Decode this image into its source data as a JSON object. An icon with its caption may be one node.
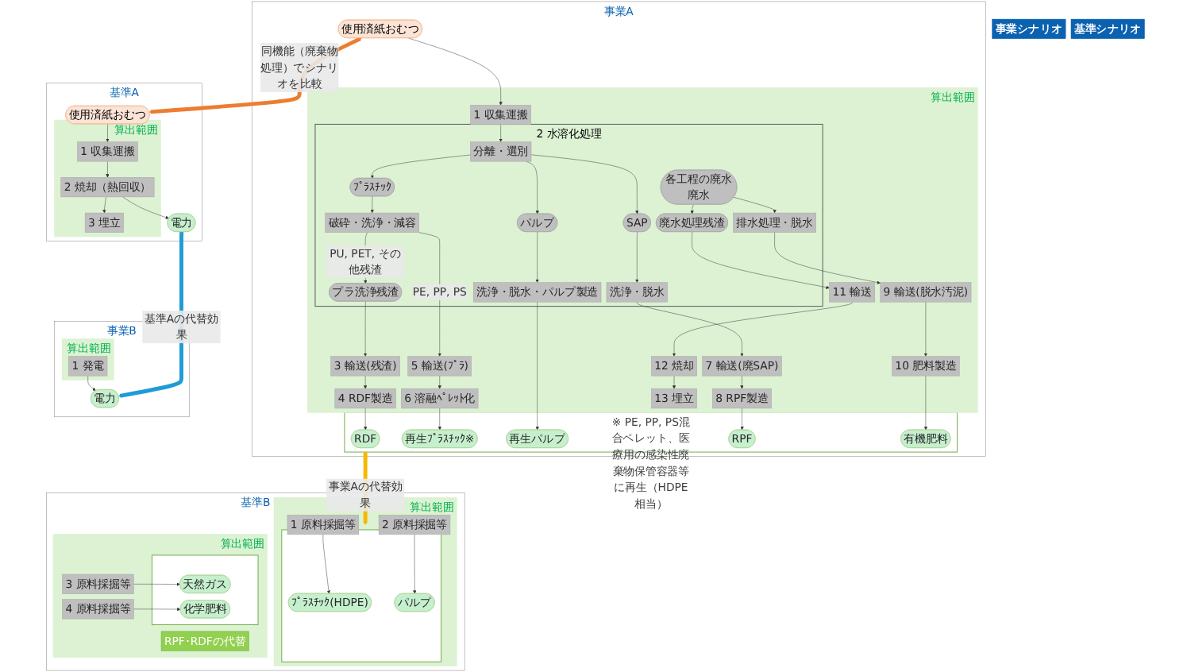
{
  "diagram": {
    "nodes": [
      {
        "text": [
          "事業シナリオ"
        ]
      },
      {
        "text": [
          "事業A"
        ]
      },
      {
        "text": [
          "使用済紙おむつ"
        ],
        "in": 1
      },
      {
        "text": [
          "算出範囲"
        ],
        "in": 1
      },
      {
        "text": [
          "1 収集運搬"
        ],
        "in": 3
      },
      {
        "text": [
          "2 水溶化処理"
        ],
        "in": 3
      },
      {
        "text": [
          "分離・選別"
        ],
        "in": 5
      },
      {
        "text": [
          "ﾌﾟﾗｽﾁｯｸ"
        ],
        "in": 5
      },
      {
        "text": [
          "パルプ"
        ],
        "in": 5
      },
      {
        "text": [
          "SAP"
        ],
        "in": 5
      },
      {
        "text": [
          "各工程の廃水",
          "廃水"
        ],
        "in": 5
      },
      {
        "text": [
          "プラ洗浄残渣"
        ],
        "in": 5
      },
      {
        "text": [
          "破砕・洗浄・減容"
        ],
        "in": 5
      },
      {
        "text": [
          "洗浄・脱水・パルプ製造"
        ],
        "in": 5
      },
      {
        "text": [
          "洗浄・脱水"
        ],
        "in": 5
      },
      {
        "text": [
          "排水処理・脱水"
        ],
        "in": 5
      },
      {
        "text": [
          "廃水処理残渣"
        ],
        "in": 5
      },
      {
        "text": [
          "3 輸送(残渣)"
        ],
        "in": 3
      },
      {
        "text": [
          "5 輸送(ﾌﾟﾗ)"
        ],
        "in": 3
      },
      {
        "text": [
          "7 輸送(廃SAP)"
        ],
        "in": 3
      },
      {
        "text": [
          "9 輸送(脱水汚泥)"
        ],
        "in": 3
      },
      {
        "text": [
          "11 輸送"
        ],
        "in": 3
      },
      {
        "text": [
          "4 RDF製造"
        ],
        "in": 3
      },
      {
        "text": [
          "6 溶融ﾍﾟﾚｯﾄ化"
        ],
        "in": 3
      },
      {
        "text": [
          "8 RPF製造"
        ],
        "in": 3
      },
      {
        "text": [
          "10 肥料製造"
        ],
        "in": 3
      },
      {
        "text": [
          "12 焼却"
        ],
        "in": 3
      },
      {
        "text": [
          "13 埋立"
        ],
        "in": 3
      },
      {
        "text": [
          "※ PE, PP, PS混合ペレット、医療用の感染性廃棄物保管容器等に再生（HDPE相当）"
        ],
        "in": 1
      },
      {
        "text": [
          "RDF"
        ],
        "in": 28
      },
      {
        "text": [
          "再生ﾌﾟﾗｽﾁｯｸ※"
        ],
        "in": 28
      },
      {
        "text": [
          "再生パルプ"
        ],
        "in": 28
      },
      {
        "text": [
          "RPF"
        ],
        "in": 28
      },
      {
        "text": [
          "有機肥料"
        ],
        "in": 28
      },
      {
        "text": [
          "事業B"
        ]
      },
      {
        "text": [
          "算出範囲"
        ],
        "in": 34
      },
      {
        "text": [
          "1 発電"
        ],
        "in": 35
      },
      {
        "text": [
          "電力"
        ],
        "in": 34
      },
      {
        "text": [
          "基準シナリオ"
        ]
      },
      {
        "text": [
          "基準A"
        ]
      },
      {
        "text": [
          "使用済紙おむつ"
        ],
        "in": 39
      },
      {
        "text": [
          "算出範囲"
        ],
        "in": 39
      },
      {
        "text": [
          "1 収集運搬"
        ],
        "in": 41
      },
      {
        "text": [
          "2 焼却（熱回収）"
        ],
        "in": 41
      },
      {
        "text": [
          "3 埋立"
        ],
        "in": 41
      },
      {
        "text": [
          "電力"
        ],
        "in": 39
      },
      {
        "text": [
          "基準B"
        ]
      },
      {
        "text": [
          "算出範囲"
        ],
        "in": 46
      },
      {
        "text": [
          "1 原料採掘等"
        ],
        "in": 47
      },
      {
        "text": [
          "2 原料採掘等"
        ],
        "in": 47
      },
      {
        "text": [],
        "shape": "box",
        "in": 47
      },
      {
        "text": [
          "ﾌﾟﾗｽﾁｯｸ(HDPE)"
        ],
        "in": 50
      },
      {
        "text": [
          "パルプ"
        ],
        "in": 50
      },
      {
        "text": [
          "算出範囲"
        ],
        "in": 46
      },
      {
        "text": [
          "3 原料採掘等"
        ],
        "in": 53
      },
      {
        "text": [
          "4 原料採掘等"
        ],
        "in": 53
      },
      {
        "text": [
          "RPF･RDFの代替"
        ],
        "in": 53
      },
      {
        "text": [],
        "shape": "box",
        "in": 53
      },
      {
        "text": [
          "天然ガス"
        ],
        "in": 57
      },
      {
        "text": [
          "化学肥料"
        ],
        "in": 57
      }
    ],
    "edges": [
      {
        "from": 2,
        "to": 4,
        "arrow": "to"
      },
      {
        "from": 4,
        "to": 6,
        "arrow": "to"
      },
      {
        "from": 6,
        "to": 7,
        "arrow": "to"
      },
      {
        "from": 6,
        "to": 8,
        "arrow": "to"
      },
      {
        "from": 6,
        "to": 9,
        "arrow": "to"
      },
      {
        "from": 7,
        "to": 12,
        "arrow": "to"
      },
      {
        "from": 12,
        "to": 11,
        "arrow": "to",
        "label": "PU, PET, その他残渣"
      },
      {
        "from": 12,
        "to": 18,
        "arrow": "to",
        "label": "PE, PP, PS"
      },
      {
        "from": 11,
        "to": 17,
        "arrow": "to"
      },
      {
        "from": 17,
        "to": 22,
        "arrow": "to"
      },
      {
        "from": 22,
        "to": 29,
        "arrow": "to"
      },
      {
        "from": 18,
        "to": 23,
        "arrow": "to"
      },
      {
        "from": 23,
        "to": 30,
        "arrow": "to"
      },
      {
        "from": 8,
        "to": 13,
        "arrow": "to"
      },
      {
        "from": 13,
        "to": 31,
        "arrow": "to"
      },
      {
        "from": 9,
        "to": 14,
        "arrow": "to"
      },
      {
        "from": 14,
        "to": 19,
        "arrow": "to"
      },
      {
        "from": 19,
        "to": 24,
        "arrow": "to"
      },
      {
        "from": 24,
        "to": 32,
        "arrow": "to"
      },
      {
        "from": 10,
        "to": 15,
        "arrow": "to"
      },
      {
        "from": 10,
        "to": 16,
        "arrow": "to"
      },
      {
        "from": 15,
        "to": 20,
        "arrow": "to"
      },
      {
        "from": 20,
        "to": 25,
        "arrow": "to"
      },
      {
        "from": 25,
        "to": 33,
        "arrow": "to"
      },
      {
        "from": 16,
        "to": 21,
        "arrow": "to"
      },
      {
        "from": 21,
        "to": 26,
        "arrow": "to"
      },
      {
        "from": 26,
        "to": 27,
        "arrow": "to"
      },
      {
        "from": 36,
        "to": 37,
        "arrow": "to"
      },
      {
        "from": 40,
        "to": 42,
        "arrow": "to"
      },
      {
        "from": 42,
        "to": 43,
        "arrow": "to"
      },
      {
        "from": 43,
        "to": 44,
        "arrow": "to"
      },
      {
        "from": 43,
        "to": 45,
        "arrow": "to"
      },
      {
        "from": 48,
        "to": 51,
        "arrow": "to"
      },
      {
        "from": 49,
        "to": 52,
        "arrow": "to"
      },
      {
        "from": 54,
        "to": 58,
        "arrow": "to"
      },
      {
        "from": 55,
        "to": 59,
        "arrow": "to"
      },
      {
        "from": 2,
        "to": 40,
        "arrow": "both",
        "label": "同機能（廃棄物処理）でシナリオを比較",
        "style": "thick",
        "color": "#ed7d31"
      },
      {
        "from": 28,
        "to": 50,
        "arrow": "to",
        "label": "事業Aの代替効果",
        "style": "thick",
        "color": "#f5b800"
      },
      {
        "from": 45,
        "to": 37,
        "arrow": "to",
        "label": "基準Aの代替効果",
        "style": "thick",
        "color": "#1f9bd7"
      }
    ]
  }
}
